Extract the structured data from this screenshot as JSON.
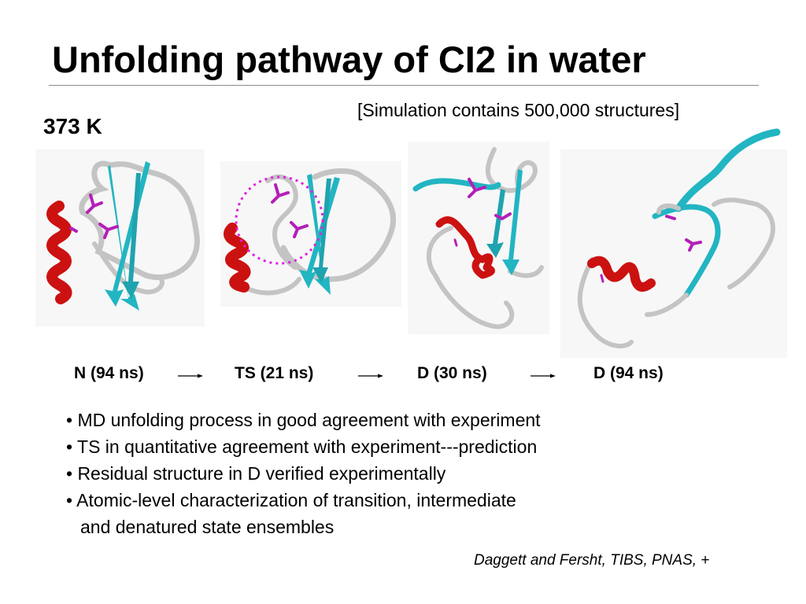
{
  "title": "Unfolding pathway of CI2 in water",
  "note": "[Simulation contains 500,000 structures]",
  "temperature": "373 K",
  "states": [
    {
      "label": "N (94 ns)"
    },
    {
      "label": "TS (21 ns)"
    },
    {
      "label": "D (30 ns)"
    },
    {
      "label": "D (94 ns)"
    }
  ],
  "colors": {
    "helix": "#cc1111",
    "strand": "#22b5c2",
    "coil": "#c4c4c4",
    "sidechain": "#b31fb8",
    "highlight_circle": "#e020e0"
  },
  "bullets": [
    {
      "line": "• MD unfolding process in good agreement with experiment"
    },
    {
      "line": "• TS in quantitative agreement with experiment---prediction"
    },
    {
      "line": "• Residual structure in D verified experimentally"
    },
    {
      "line": "• Atomic-level characterization of  transition, intermediate"
    },
    {
      "line": "and denatured state ensembles"
    }
  ],
  "citation": "Daggett and Fersht, TIBS, PNAS, +"
}
